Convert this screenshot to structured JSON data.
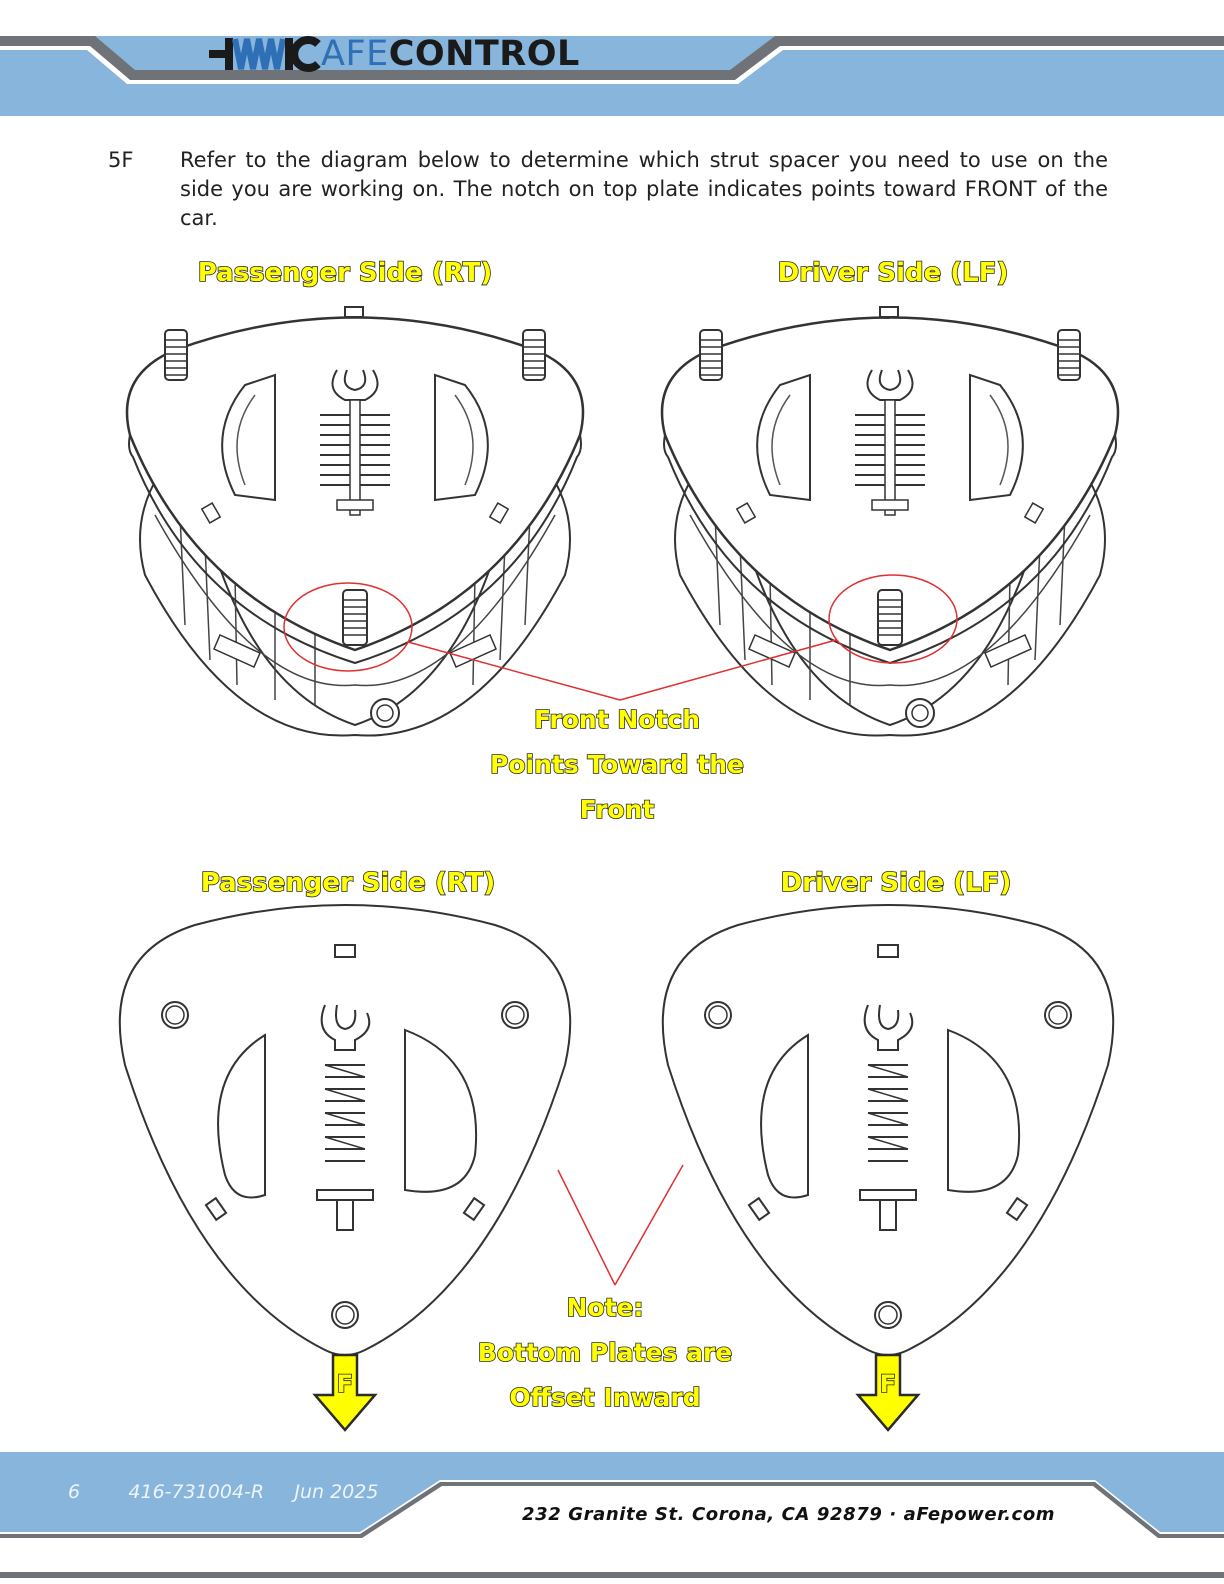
{
  "header": {
    "brand_prefix": "AFE",
    "brand_suffix": "CONTROL",
    "colors": {
      "band": "#87b5db",
      "stripe": "#6f7378",
      "accent": "#2f6fb5"
    }
  },
  "step": {
    "number": "5F",
    "text": "Refer to the diagram below to determine which strut spacer you need to use on the side you are working on.  The notch on top plate indicates points toward FRONT of the car."
  },
  "diagram": {
    "top_labels": {
      "left": "Passenger  Side (RT)",
      "right": "Driver Side (LF)"
    },
    "front_notch_lines": [
      "Front Notch",
      "Points Toward the",
      "Front"
    ],
    "bottom_labels": {
      "left": "Passenger  Side (RT)",
      "right": "Driver Side (LF)"
    },
    "note_lines": [
      "Note:",
      "Bottom Plates are",
      "Offset Inward"
    ],
    "arrow_letter": "F",
    "colors": {
      "label_fill": "#ffff00",
      "label_stroke": "#2b2b2b",
      "callout": "#e03030",
      "line": "#333333"
    }
  },
  "footer": {
    "page_number": "6",
    "part_number": "416-731004-R",
    "date": "Jun 2025",
    "address": "232 Granite St. Corona, CA 92879 · aFepower.com"
  }
}
